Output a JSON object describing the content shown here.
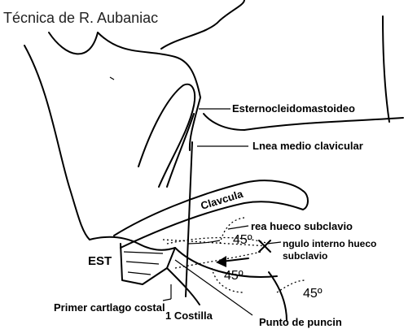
{
  "title": "Técnica de R. Aubaniac",
  "labels": {
    "sternocleidomastoid": "Esternocleidomastoideo",
    "midclavicular_line": "Lnea medio clavicular",
    "clavicle": "Clavcula",
    "subclavian_hollow_area": "rea hueco subclavio",
    "internal_angle_line1": "ngulo interno hueco",
    "internal_angle_line2": "subclavio",
    "est": "EST",
    "first_costal_cartilage": "Primer cartlago costal",
    "first_rib": "1 Costilla",
    "puncture_point": "Punto de puncin"
  },
  "angles": {
    "angle_a": "45º",
    "angle_b": "45º",
    "angle_c": "45º"
  }
}
